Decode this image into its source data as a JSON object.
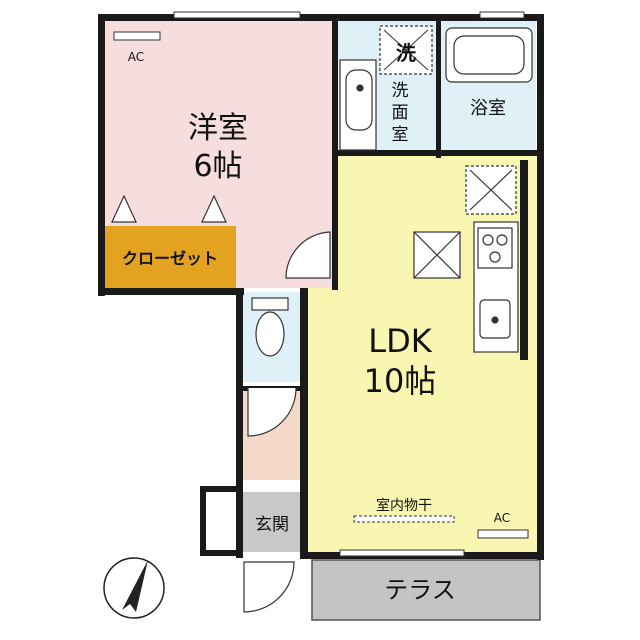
{
  "rooms": {
    "western_room": {
      "name": "洋室",
      "size": "6帖"
    },
    "closet": "クローゼット",
    "washroom": [
      "洗",
      "面",
      "室"
    ],
    "bathroom": "浴室",
    "ldk": {
      "name": "LDK",
      "size": "10帖"
    },
    "entrance": "玄関",
    "terrace": "テラス"
  },
  "labels": {
    "ac_1": "AC",
    "ac_2": "AC",
    "washer_mark": "洗",
    "indoor_drying": "室内物干"
  },
  "icons": {
    "compass": "north-arrow-icon",
    "fridge": "refrigerator-space-icon",
    "stove": "stove-icon",
    "sink": "kitchen-sink-icon",
    "toilet": "toilet-icon",
    "tub": "bathtub-icon",
    "basin": "washbasin-icon"
  },
  "colors": {
    "western_room": "#f6dede",
    "closet": "#e3a321",
    "ldk": "#f8f6b0",
    "wet_area": "#dff1f7",
    "entrance": "#f4d8c8",
    "genkan": "#c8c8c8",
    "terrace": "#c4c4c4",
    "wall": "#1a1a1a"
  }
}
